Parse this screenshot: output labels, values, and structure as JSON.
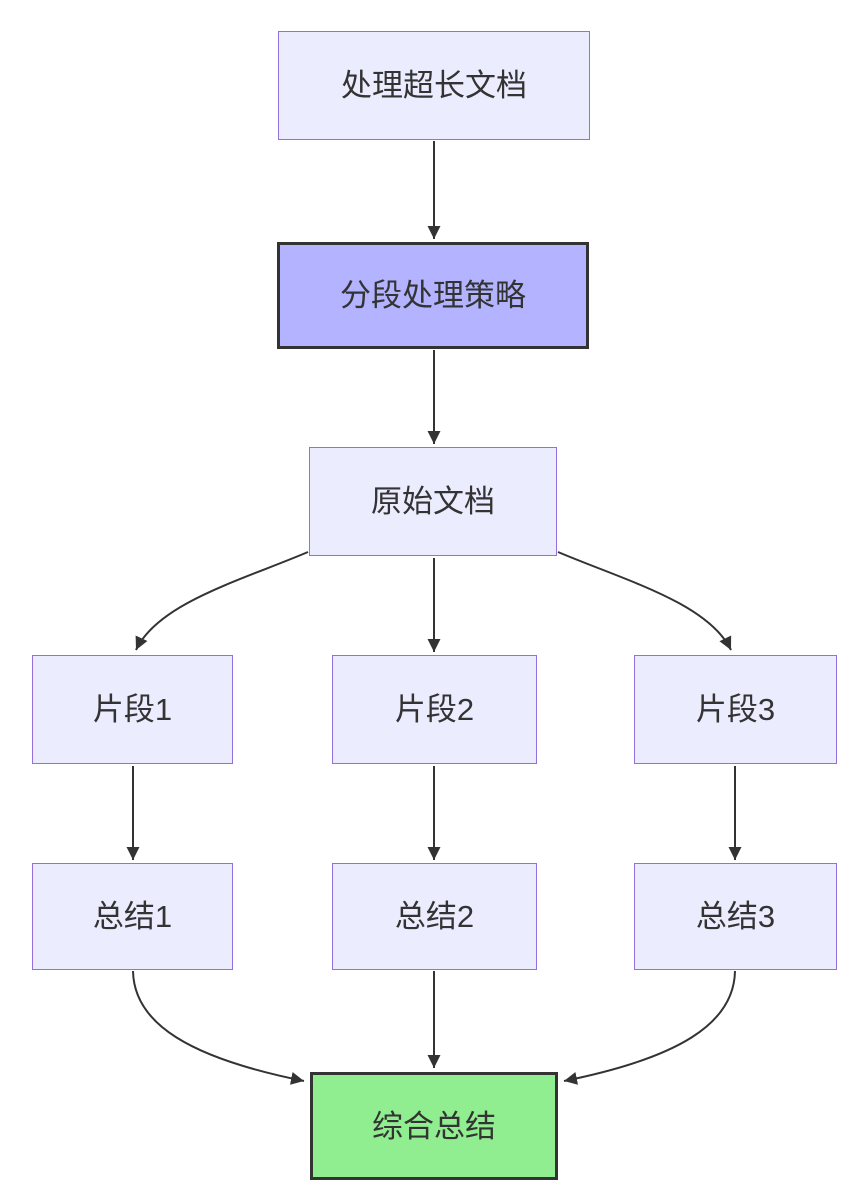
{
  "diagram": {
    "type": "flowchart",
    "direction": "top-down",
    "nodes": [
      {
        "id": "input-doc",
        "label": "处理超长文档",
        "kind": "default"
      },
      {
        "id": "strategy",
        "label": "分段处理策略",
        "kind": "emphasis"
      },
      {
        "id": "original-doc",
        "label": "原始文档",
        "kind": "default"
      },
      {
        "id": "chunk-1",
        "label": "片段1",
        "kind": "default"
      },
      {
        "id": "chunk-2",
        "label": "片段2",
        "kind": "default"
      },
      {
        "id": "chunk-3",
        "label": "片段3",
        "kind": "default"
      },
      {
        "id": "summary-1",
        "label": "总结1",
        "kind": "default"
      },
      {
        "id": "summary-2",
        "label": "总结2",
        "kind": "default"
      },
      {
        "id": "summary-3",
        "label": "总结3",
        "kind": "default"
      },
      {
        "id": "final-summary",
        "label": "综合总结",
        "kind": "result"
      }
    ],
    "edges": [
      {
        "from": "处理超长文档",
        "to": "分段处理策略"
      },
      {
        "from": "分段处理策略",
        "to": "原始文档"
      },
      {
        "from": "原始文档",
        "to": "片段1"
      },
      {
        "from": "原始文档",
        "to": "片段2"
      },
      {
        "from": "原始文档",
        "to": "片段3"
      },
      {
        "from": "片段1",
        "to": "总结1"
      },
      {
        "from": "片段2",
        "to": "总结2"
      },
      {
        "from": "片段3",
        "to": "总结3"
      },
      {
        "from": "总结1",
        "to": "综合总结"
      },
      {
        "from": "总结2",
        "to": "综合总结"
      },
      {
        "from": "总结3",
        "to": "综合总结"
      }
    ],
    "colors": {
      "background": "#FFFFFF",
      "node_fill": "#ECECFF",
      "node_border": "#9370DB",
      "emphasis_fill": "#B3B3FF",
      "emphasis_border": "#333333",
      "result_fill": "#90EE90",
      "result_border": "#333333",
      "edge": "#333333",
      "text": "#333333"
    }
  }
}
